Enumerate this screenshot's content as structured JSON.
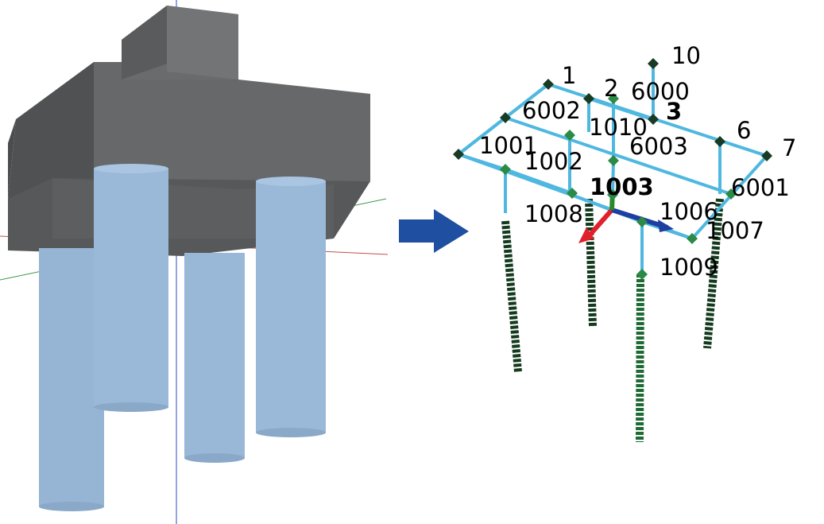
{
  "colors": {
    "background": "#ffffff",
    "cap_front": "#626364",
    "cap_top": "#6f7071",
    "cap_side": "#4f5152",
    "pile_fill": "#9cb9d8",
    "arrow": "#1f4fa0",
    "frame": "#4fb8e0",
    "node_dark": "#173b24",
    "node_green": "#2a8a46",
    "pile_line": "#143a1e",
    "pile_line_green": "#1e6a34",
    "axis_x": "#e0202a",
    "axis_z": "#1f3fa0",
    "axis_y": "#2a8a2a",
    "axis_red_thin": "#c0504d",
    "axis_green_thin": "#3a9a4a",
    "axis_blue_thin": "#2a4ac0"
  },
  "left_model": {
    "name": "pile-cap-solid-model"
  },
  "transition": {
    "icon": "right-arrow-icon"
  },
  "right_model": {
    "name": "pile-cap-frame-model",
    "labels": [
      {
        "id": "n1",
        "text": "1"
      },
      {
        "id": "n2",
        "text": "2"
      },
      {
        "id": "n10",
        "text": "10"
      },
      {
        "id": "n6000",
        "text": "6000"
      },
      {
        "id": "n6002",
        "text": "6002"
      },
      {
        "id": "n3",
        "text": "3"
      },
      {
        "id": "n1010",
        "text": "1010"
      },
      {
        "id": "n6",
        "text": "6"
      },
      {
        "id": "n7",
        "text": "7"
      },
      {
        "id": "n6003",
        "text": "6003"
      },
      {
        "id": "n1001",
        "text": "1001"
      },
      {
        "id": "n1002",
        "text": "1002"
      },
      {
        "id": "n6001",
        "text": "6001"
      },
      {
        "id": "n1003",
        "text": "1003"
      },
      {
        "id": "n1008",
        "text": "1008"
      },
      {
        "id": "n1006",
        "text": "1006"
      },
      {
        "id": "n1007",
        "text": "1007"
      },
      {
        "id": "n1009",
        "text": "1009"
      }
    ]
  }
}
